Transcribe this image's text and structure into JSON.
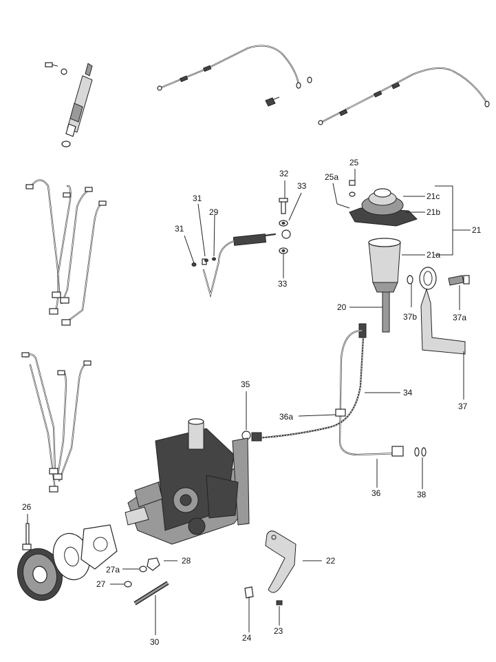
{
  "callouts": {
    "c20": "20",
    "c21": "21",
    "c21a": "21a",
    "c21b": "21b",
    "c21c": "21c",
    "c22": "22",
    "c23": "23",
    "c24": "24",
    "c25": "25",
    "c25a": "25a",
    "c26": "26",
    "c27": "27",
    "c27a": "27a",
    "c28": "28",
    "c29": "29",
    "c30": "30",
    "c31a": "31",
    "c31b": "31",
    "c32": "32",
    "c33a": "33",
    "c33b": "33",
    "c34": "34",
    "c35": "35",
    "c36": "36",
    "c36a": "36a",
    "c37": "37",
    "c37a": "37a",
    "c37b": "37b",
    "c38": "38"
  }
}
